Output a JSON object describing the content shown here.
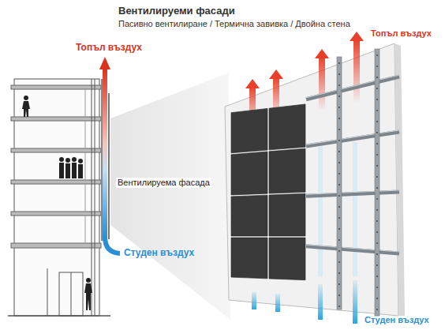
{
  "diagram": {
    "title": "Вентилируеми фасади",
    "labels": [
      "Пасивно вентилиране / Термична завивка / Двойна стена",
      "Топъл въздух",
      "Вентилируема фасада",
      "Студен въздух",
      "Топъл въздух",
      "Студен въздух"
    ]
  }
}
